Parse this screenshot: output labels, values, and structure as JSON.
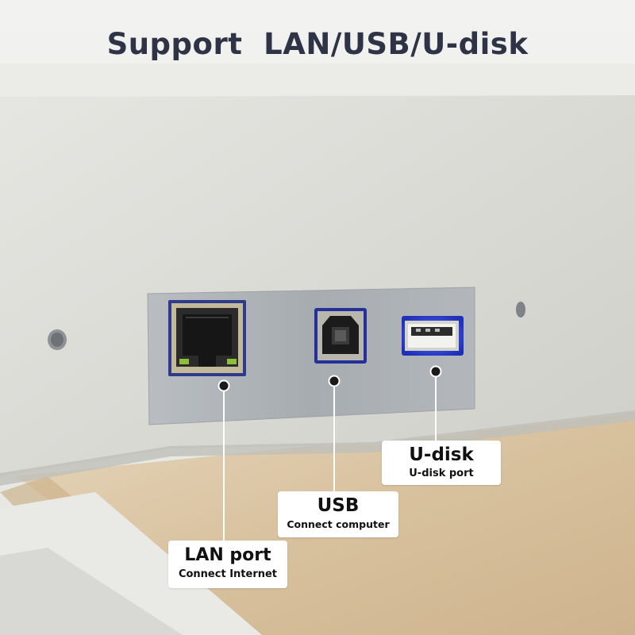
{
  "title": "Support  LAN/USB/U-disk",
  "callouts": {
    "udisk": {
      "label": "U-disk",
      "sublabel": "U-disk port"
    },
    "usb": {
      "label": "USB",
      "sublabel": "Connect computer"
    },
    "lan": {
      "label": "LAN port",
      "sublabel": "Connect Internet"
    }
  },
  "colors": {
    "title": "#2e3446",
    "panel": "#a9aeb2",
    "enclosure": "#dcdcd8",
    "wood": "#d9c4a4",
    "usb_a_glow": "#2f45e0"
  }
}
